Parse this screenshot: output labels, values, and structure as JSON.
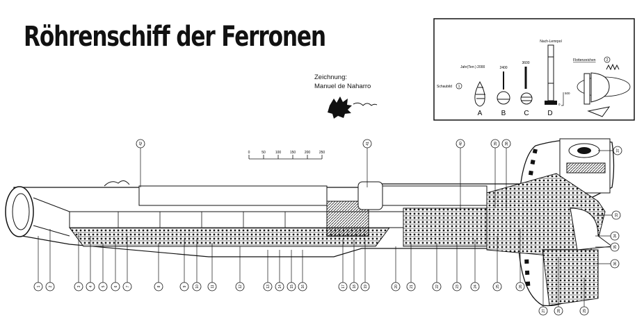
{
  "title": "Röhrenschiff der Ferronen",
  "credit": {
    "label": "Zeichnung:",
    "name": "Manuel de Naharro"
  },
  "inset": {
    "schaubild": "Schaubild",
    "schaubild_num": "1",
    "year_a": "Jahr(Terr.) 2000",
    "year_b": "2400",
    "year_c": "3600",
    "d_label": "Nach-Lemrpol",
    "scale_top": "500",
    "scale_bottom": "0",
    "flotten": "Flottenzeichen",
    "flotten_num": "2",
    "letters": [
      "A",
      "B",
      "C",
      "D"
    ]
  },
  "scale_bar": {
    "ticks": [
      "0",
      "50",
      "100",
      "150",
      "200",
      "250"
    ]
  },
  "callouts": [
    "1",
    "2",
    "3",
    "4",
    "5",
    "6",
    "7",
    "8",
    "9",
    "10",
    "11",
    "12",
    "13",
    "14",
    "15",
    "16",
    "17",
    "18",
    "19",
    "20",
    "21",
    "22",
    "23",
    "24",
    "25",
    "26",
    "27",
    "28",
    "29",
    "33",
    "34",
    "35",
    "36",
    "37",
    "38",
    "39",
    "40",
    "41",
    "42"
  ]
}
